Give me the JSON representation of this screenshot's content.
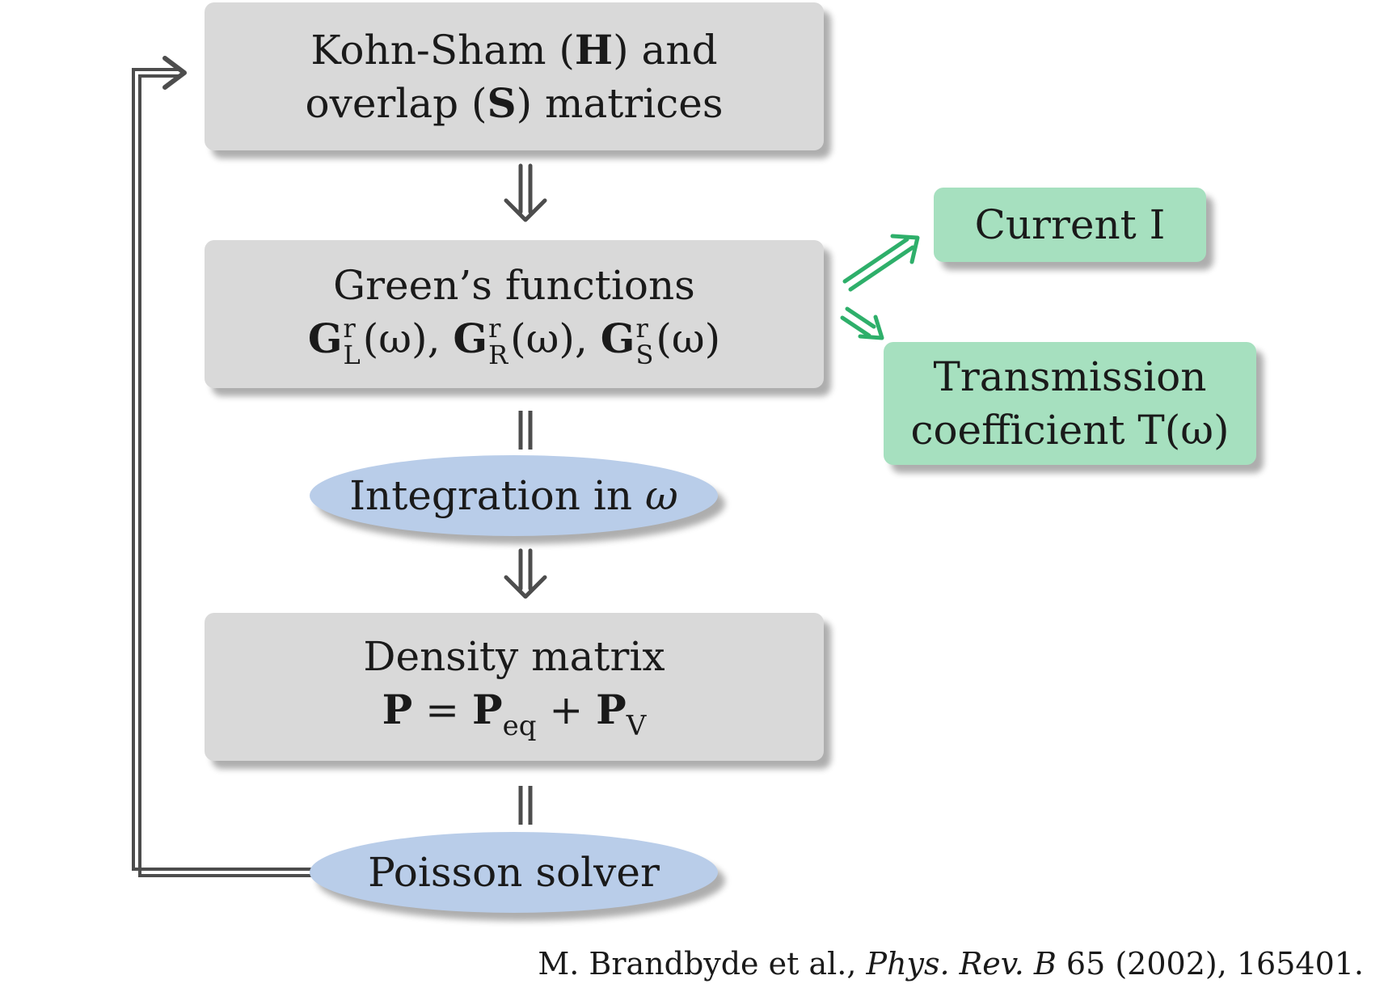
{
  "nodes": {
    "kohn_sham": {
      "line1_pre": "Kohn-Sham (",
      "line1_bold": "H",
      "line1_post": ") and",
      "line2_pre": "overlap (",
      "line2_bold": "S",
      "line2_post": ") matrices"
    },
    "greens": {
      "line1": "Green’s functions",
      "terms": [
        {
          "symbol": "G",
          "sup": "r",
          "sub": "L",
          "arg": "(ω)",
          "sep": ", "
        },
        {
          "symbol": "G",
          "sup": "r",
          "sub": "R",
          "arg": "(ω)",
          "sep": ", "
        },
        {
          "symbol": "G",
          "sup": "r",
          "sub": "S",
          "arg": "(ω)",
          "sep": ""
        }
      ]
    },
    "integration": {
      "text": "Integration in ",
      "omega": "ω"
    },
    "density": {
      "line1": "Density matrix",
      "lhs": "P",
      "eq": " = ",
      "t1": "P",
      "t1_sub": "eq",
      "plus": " + ",
      "t2": "P",
      "t2_sub": "V"
    },
    "poisson": {
      "text": "Poisson solver"
    },
    "current": {
      "text": "Current I"
    },
    "transmission": {
      "line1": "Transmission",
      "line2": "coefficient T(ω)"
    }
  },
  "citation": {
    "authors": "M. Brandbyde et al., ",
    "journal": "Phys. Rev. B",
    "rest": " 65 (2002), 165401."
  },
  "colors": {
    "box_gray": "#d9d9d9",
    "box_green": "#a6e0bf",
    "ellipse_blue": "#b9cde9",
    "arrow_gray": "#4d4d4d",
    "arrow_green": "#2eaf6a"
  }
}
